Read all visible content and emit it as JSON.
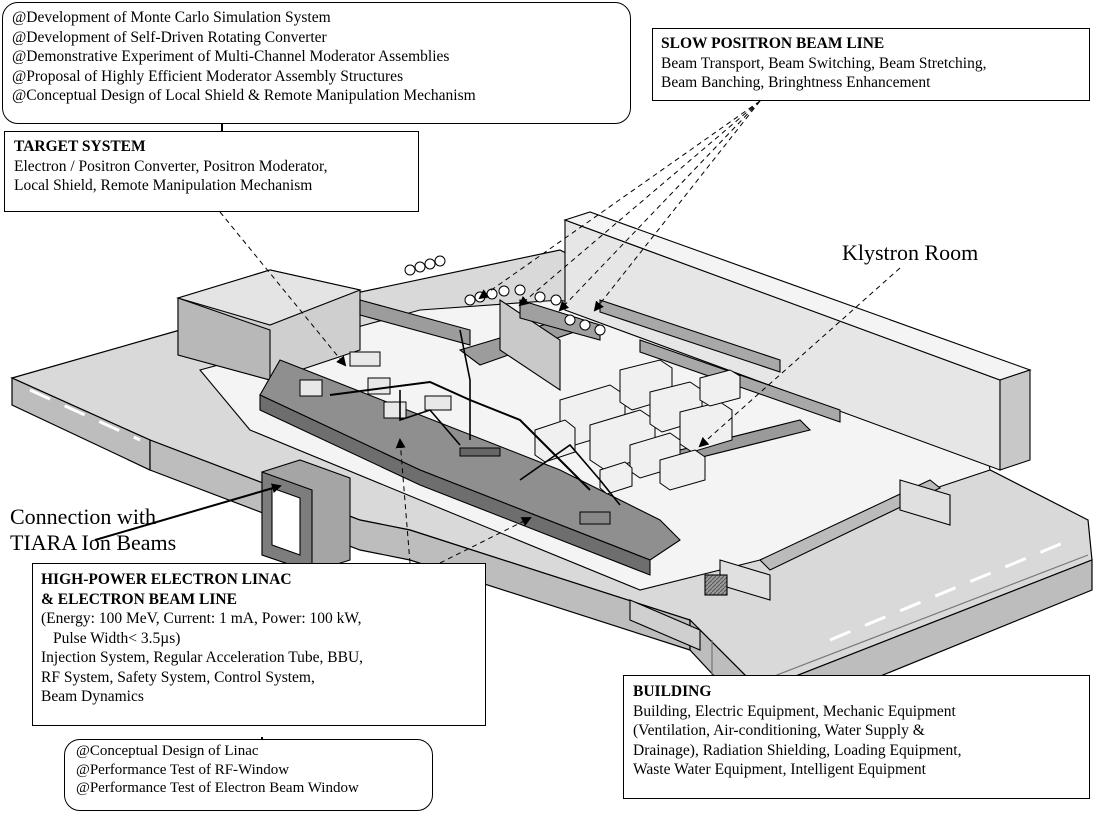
{
  "development_notes": {
    "items": [
      "@Development of Monte Carlo Simulation System",
      "@Development of Self-Driven Rotating Converter",
      "@Demonstrative Experiment of Multi-Channel Moderator Assemblies",
      "@Proposal of Highly Efficient Moderator Assembly Structures",
      "@Conceptual Design of Local Shield & Remote Manipulation Mechanism"
    ]
  },
  "target_system": {
    "title": "TARGET SYSTEM",
    "lines": [
      "Electron / Positron Converter, Positron Moderator,",
      "Local Shield, Remote Manipulation Mechanism"
    ]
  },
  "slow_positron": {
    "title": "SLOW POSITRON BEAM LINE",
    "lines": [
      "Beam Transport, Beam Switching, Beam Stretching,",
      "Beam Banching, Bringhtness Enhancement"
    ]
  },
  "klystron_room": "Klystron Room",
  "connection": {
    "line1": "Connection with",
    "line2": "TIARA Ion Beams"
  },
  "linac": {
    "title1": "HIGH-POWER ELECTRON LINAC",
    "title2": "& ELECTRON BEAM LINE",
    "spec1": "(Energy: 100 MeV, Current: 1 mA, Power: 100 kW,",
    "spec2": "Pulse Width< 3.5µs)",
    "lines": [
      "Injection System, Regular Acceleration Tube, BBU,",
      "RF System, Safety System, Control System,",
      "Beam Dynamics"
    ]
  },
  "linac_notes": {
    "items": [
      "@Conceptual Design of Linac",
      "@Performance Test of RF-Window",
      "@Performance Test of Electron Beam Window"
    ]
  },
  "building": {
    "title": "BUILDING",
    "lines": [
      "Building, Electric Equipment, Mechanic Equipment",
      "(Ventilation, Air-conditioning, Water Supply &",
      "Drainage), Radiation Shielding, Loading Equipment,",
      "Waste Water Equipment, Intelligent Equipment"
    ]
  }
}
